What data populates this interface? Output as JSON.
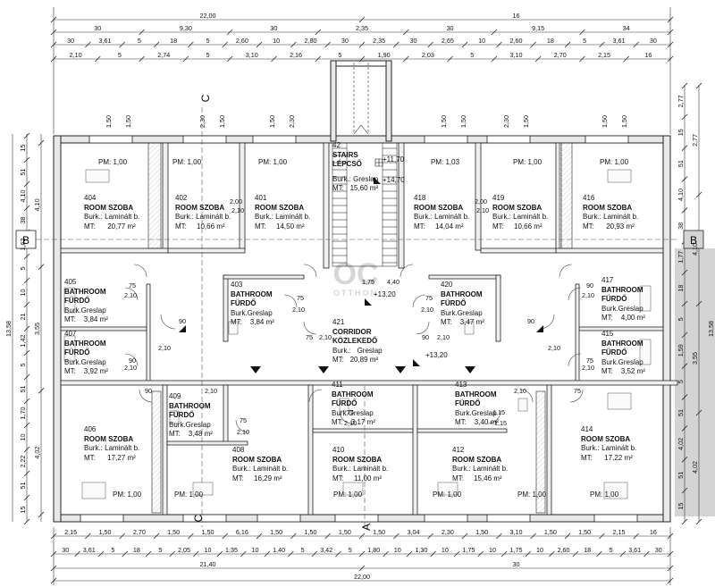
{
  "top_dims": {
    "row1": [
      "22,00",
      "16"
    ],
    "row2": [
      "30",
      "9,30",
      "30",
      "2,35",
      "30",
      "9,15",
      "34"
    ],
    "row3": [
      "30",
      "3,61",
      "5",
      "18",
      "5",
      "2,60",
      "10",
      "2,80",
      "30",
      "2,35",
      "30",
      "2,65",
      "10",
      "2,60",
      "18",
      "5",
      "3,61",
      "30"
    ],
    "row4": [
      "2,10",
      "5",
      "2,74",
      "5",
      "3,10",
      "2,16",
      "5",
      "1,90",
      "2,03",
      "5",
      "3,10",
      "2,70",
      "2,15",
      "16"
    ],
    "row5": [
      "1,50",
      "1,50",
      "2,30",
      "1,50",
      "1,50",
      "2,30",
      "1,50",
      "1,50",
      "2,30",
      "1,50",
      "1,50",
      "1,50"
    ]
  },
  "bottom_dims": {
    "row1": [
      "2,15",
      "1,50",
      "2,70",
      "1,50",
      "1,50",
      "6,16",
      "1,50",
      "1,50",
      "1,50",
      "1,50",
      "3,04",
      "2,30",
      "1,50",
      "3,10",
      "1,50",
      "1,50",
      "2,15",
      "16"
    ],
    "row2": [
      "30",
      "3,61",
      "5",
      "18",
      "5",
      "2,05",
      "10",
      "1,35",
      "10",
      "1,40",
      "5",
      "3,42",
      "5",
      "1,80",
      "10",
      "1,30",
      "10",
      "1,75",
      "10",
      "1,75",
      "10",
      "2,60",
      "18",
      "5",
      "3,61",
      "30"
    ],
    "row3": [
      "21,40",
      "30"
    ],
    "row4": [
      "22,00"
    ]
  },
  "left_dims": {
    "outer": "13,58",
    "inner": [
      "15",
      "51",
      "4,10",
      "38",
      "1,62",
      "5",
      "10",
      "21",
      "1,42",
      "5",
      "51",
      "1,70",
      "10",
      "2,22",
      "51",
      "15"
    ],
    "main": [
      "4,10",
      "3,55",
      "4,02"
    ]
  },
  "right_dims": {
    "outer": "13,58",
    "inner": [
      "2,77",
      "15",
      "51",
      "4,10",
      "38",
      "1,77",
      "18",
      "5",
      "1,59",
      "5",
      "51",
      "4,02",
      "51",
      "15"
    ],
    "main": [
      "2,77",
      "4,10",
      "3,55",
      "4,02"
    ]
  },
  "section_marks": {
    "b_left": "B",
    "b_right": "B",
    "c_top": "C",
    "c_bottom": "C",
    "a_bottom": "A"
  },
  "rooms": [
    {
      "id": "404",
      "en": "ROOM",
      "hu": "SZOBA",
      "burk_label": "Burk.:",
      "burk": "Laminált b.",
      "mt_label": "MT:",
      "mt": "20,77 m²"
    },
    {
      "id": "402",
      "en": "ROOM",
      "hu": "SZOBA",
      "burk_label": "Burk.:",
      "burk": "Laminált b.",
      "mt_label": "MT:",
      "mt": "10,66 m²"
    },
    {
      "id": "401",
      "en": "ROOM",
      "hu": "SZOBA",
      "burk_label": "Burk.:",
      "burk": "Laminált b.",
      "mt_label": "MT:",
      "mt": "14,50 m²"
    },
    {
      "id": "42",
      "en": "STAIRS",
      "hu": "LÉPCSŐ",
      "burk_label": "Burk.:",
      "burk": "Greslap",
      "mt_label": "MT:",
      "mt": "15,60 m²"
    },
    {
      "id": "418",
      "en": "ROOM",
      "hu": "SZOBA",
      "burk_label": "Burk.:",
      "burk": "Laminált b.",
      "mt_label": "MT:",
      "mt": "14,04 m²"
    },
    {
      "id": "419",
      "en": "ROOM",
      "hu": "SZOBA",
      "burk_label": "Burk.:",
      "burk": "Laminált b.",
      "mt_label": "MT:",
      "mt": "10,66 m²"
    },
    {
      "id": "416",
      "en": "ROOM",
      "hu": "SZOBA",
      "burk_label": "Burk.:",
      "burk": "Laminált b.",
      "mt_label": "MT:",
      "mt": "20,93 m²"
    },
    {
      "id": "405",
      "en": "BATHROOM",
      "hu": "FÜRDŐ",
      "burk_label": "Burk.",
      "burk": "Greslap",
      "mt_label": "MT:",
      "mt": "3,84 m²"
    },
    {
      "id": "403",
      "en": "BATHROOM",
      "hu": "FÜRDŐ",
      "burk_label": "Burk.",
      "burk": "Greslap",
      "mt_label": "MT:",
      "mt": "3,84 m²"
    },
    {
      "id": "420",
      "en": "BATHROOM",
      "hu": "FÜRDŐ",
      "burk_label": "Burk.",
      "burk": "Greslap",
      "mt_label": "MT:",
      "mt": "3,47 m²"
    },
    {
      "id": "417",
      "en": "BATHROOM",
      "hu": "FÜRDŐ",
      "burk_label": "Burk.",
      "burk": "Greslap",
      "mt_label": "MT:",
      "mt": "4,00 m²"
    },
    {
      "id": "407",
      "en": "BATHROOM",
      "hu": "FÜRDŐ",
      "burk_label": "Burk.",
      "burk": "Greslap",
      "mt_label": "MT:",
      "mt": "3,92 m²"
    },
    {
      "id": "421",
      "en": "CORRIDOR",
      "hu": "KÖZLEKEDŐ",
      "burk_label": "Burk.:",
      "burk": "Greslap",
      "mt_label": "MT:",
      "mt": "20,89 m²"
    },
    {
      "id": "415",
      "en": "BATHROOM",
      "hu": "FÜRDŐ",
      "burk_label": "Burk.",
      "burk": "Greslap",
      "mt_label": "MT:",
      "mt": "3,52 m²"
    },
    {
      "id": "409",
      "en": "BATHROOM",
      "hu": "FÜRDŐ",
      "burk_label": "Burk.",
      "burk": "Greslap",
      "mt_label": "MT:",
      "mt": "3,48 m²"
    },
    {
      "id": "411",
      "en": "BATHROOM",
      "hu": "FÜRDŐ",
      "burk_label": "Burk.",
      "burk": "Greslap",
      "mt_label": "MT:",
      "mt": "3,17 m²"
    },
    {
      "id": "413",
      "en": "BATHROOM",
      "hu": "FÜRDŐ",
      "burk_label": "Burk.",
      "burk": "Greslap",
      "mt_label": "MT:",
      "mt": "3,40 m²"
    },
    {
      "id": "406",
      "en": "ROOM",
      "hu": "SZOBA",
      "burk_label": "Burk.:",
      "burk": "Laminált b.",
      "mt_label": "MT:",
      "mt": "17,27 m²"
    },
    {
      "id": "408",
      "en": "ROOM",
      "hu": "SZOBA",
      "burk_label": "Burk.:",
      "burk": "Laminált b.",
      "mt_label": "MT:",
      "mt": "16,29 m²"
    },
    {
      "id": "410",
      "en": "ROOM",
      "hu": "SZOBA",
      "burk_label": "Burk.:",
      "burk": "Laminált b.",
      "mt_label": "MT:",
      "mt": "11,00 m²"
    },
    {
      "id": "412",
      "en": "ROOM",
      "hu": "SZOBA",
      "burk_label": "Burk.:",
      "burk": "Laminált b.",
      "mt_label": "MT:",
      "mt": "15,46 m²"
    },
    {
      "id": "414",
      "en": "ROOM",
      "hu": "SZOBA",
      "burk_label": "Burk.:",
      "burk": "Laminált b.",
      "mt_label": "MT:",
      "mt": "17,22 m²"
    }
  ],
  "pm_labels": [
    "PM: 1,00",
    "PM: 1,00",
    "PM: 1,00",
    "PM: 1,03",
    "PM: 1,00",
    "PM: 1,00",
    "PM: 1,00",
    "PM: 1,00",
    "PM: 1,00",
    "PM: 1,00",
    "PM: 1,00",
    "PM: 1,00"
  ],
  "levels": [
    "+11,70",
    "+14,70",
    "+13,20",
    "+13,20"
  ],
  "door_dims": [
    "2,00",
    "2,10",
    "2,00",
    "2,10",
    "75",
    "2,10",
    "75",
    "2,10",
    "75",
    "2,10",
    "90",
    "2,10",
    "90",
    "2,10",
    "90",
    "2,10",
    "90",
    "2,10",
    "75",
    "2,10",
    "75",
    "2,10",
    "90",
    "2,10",
    "90",
    "2,10",
    "75",
    "2,10",
    "75",
    "2,10",
    "75",
    "2,10",
    "1,15",
    "1,15",
    "1,75",
    "4,40"
  ],
  "watermark": {
    "logo": "OC",
    "text": "OTTHON"
  }
}
